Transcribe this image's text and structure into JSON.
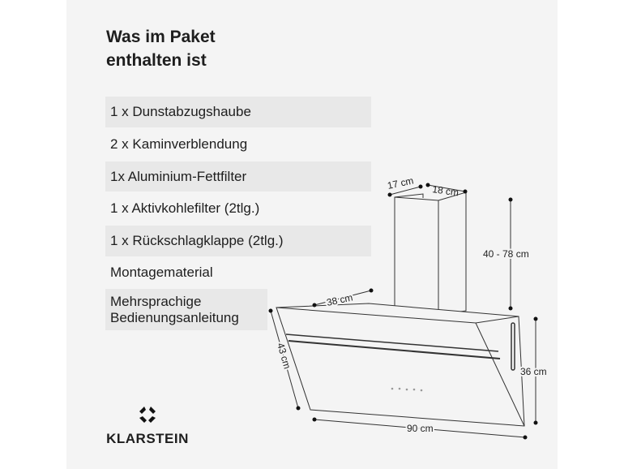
{
  "title": {
    "line1": "Was im Paket",
    "line2": "enthalten ist"
  },
  "items": [
    {
      "label": "1 x Dunstabzugshaube"
    },
    {
      "label": "2 x Kaminverblendung"
    },
    {
      "label": "1x Aluminium-Fettfilter"
    },
    {
      "label": "1 x Aktivkohlefilter (2tlg.)"
    },
    {
      "label": "1 x Rückschlagklappe (2tlg.)"
    },
    {
      "label": "Montagematerial"
    },
    {
      "label": "Mehrsprachige Bedienungsanleitung"
    }
  ],
  "dimensions": {
    "chimney_depth": "17 cm",
    "chimney_width": "18 cm",
    "chimney_height": "40 - 78 cm",
    "hood_depth": "38 cm",
    "hood_slant": "43 cm",
    "hood_height": "36 cm",
    "hood_width": "90 cm"
  },
  "brand": {
    "name": "KLARSTEIN"
  }
}
